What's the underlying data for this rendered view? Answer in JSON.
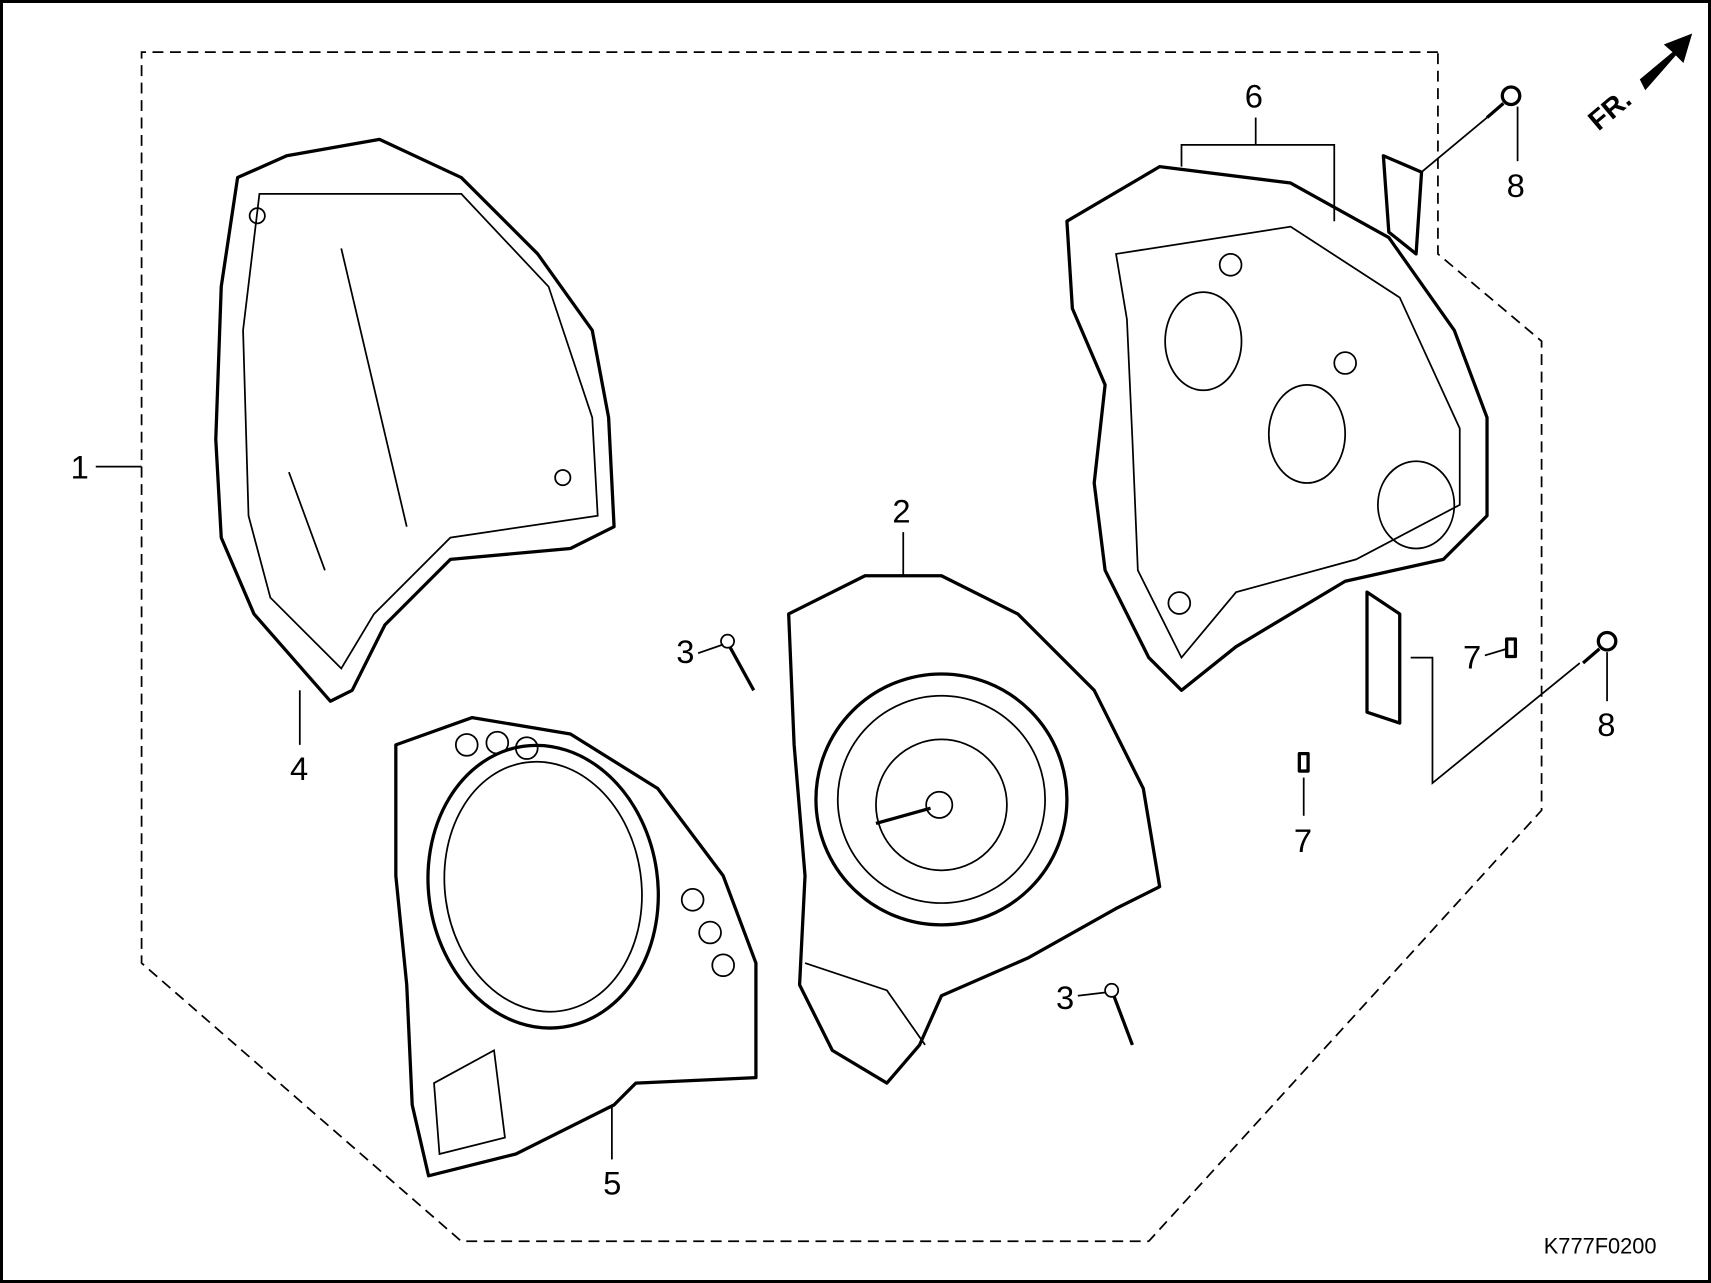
{
  "diagram": {
    "figure_code": "K777F0200",
    "direction_marker": "FR.",
    "callouts": [
      {
        "id": "1"
      },
      {
        "id": "2"
      },
      {
        "id": "3"
      },
      {
        "id": "3"
      },
      {
        "id": "4"
      },
      {
        "id": "5"
      },
      {
        "id": "6"
      },
      {
        "id": "7"
      },
      {
        "id": "7"
      },
      {
        "id": "8"
      },
      {
        "id": "8"
      }
    ]
  }
}
